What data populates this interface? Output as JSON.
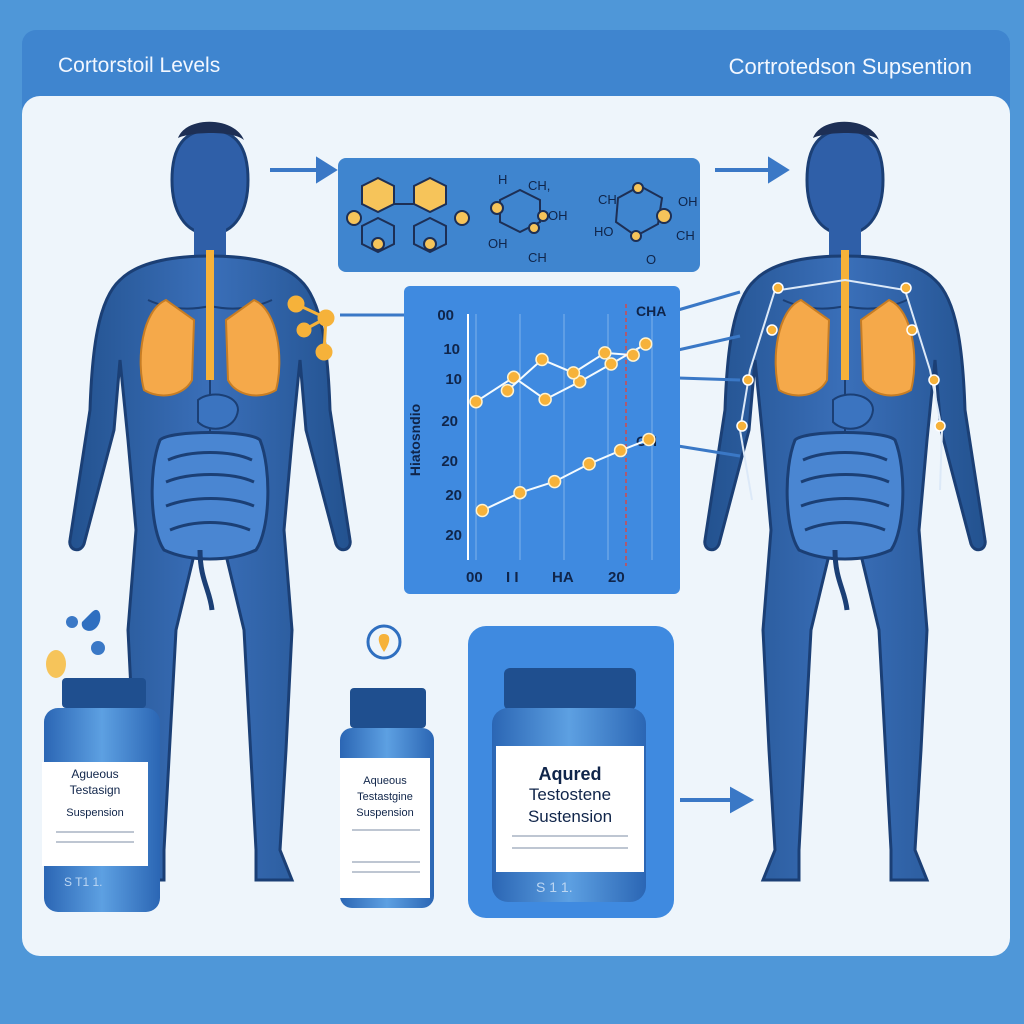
{
  "header": {
    "left_title": "Cortorstoil Levels",
    "right_title": "Cortrotedson Supsention"
  },
  "molecules": {
    "labels": [
      "H",
      "CH,",
      "OH",
      "OH",
      "CH",
      "CH",
      "HO",
      "CH",
      "OH",
      "O"
    ]
  },
  "chart": {
    "ylabel": "Hiatosndio",
    "y_ticks": [
      "00",
      "10",
      "10",
      "20",
      "20",
      "20",
      "20"
    ],
    "x_ticks": [
      "00",
      "I I",
      "HA",
      "20"
    ],
    "annotations": [
      "CHA",
      "OH"
    ]
  },
  "chart_data": {
    "type": "line",
    "ylabel": "Hiatosndio",
    "y_ticks": [
      "00",
      "10",
      "10",
      "20",
      "20",
      "20",
      "20"
    ],
    "x_ticks": [
      "00",
      "I I",
      "HA",
      "20"
    ],
    "series": [
      {
        "values": [
          [
            0,
            6.5
          ],
          [
            1.2,
            7.6
          ],
          [
            2.2,
            6.6
          ],
          [
            3.3,
            7.4
          ],
          [
            4.3,
            8.2
          ],
          [
            5.4,
            9.1
          ]
        ]
      },
      {
        "values": [
          [
            1.0,
            7.0
          ],
          [
            2.1,
            8.4
          ],
          [
            3.1,
            7.8
          ],
          [
            4.1,
            8.7
          ],
          [
            5.0,
            8.6
          ]
        ]
      },
      {
        "values": [
          [
            0.2,
            1.6
          ],
          [
            1.4,
            2.4
          ],
          [
            2.5,
            2.9
          ],
          [
            3.6,
            3.7
          ],
          [
            4.6,
            4.3
          ],
          [
            5.5,
            4.8
          ]
        ]
      }
    ],
    "grid": true,
    "colors": {
      "line": "#f4fbff",
      "marker": "#f6b23a",
      "axis": "#ffffff"
    }
  },
  "bottles": [
    {
      "label_line1": "Agueous",
      "label_line2": "Testasign",
      "label_line3": "Suspension",
      "footer": "S T1 1."
    },
    {
      "label_line1": "Aqueous",
      "label_line2": "Testastgine",
      "label_line3": "Suspension",
      "footer": ""
    },
    {
      "label_line1": "Aqured",
      "label_line2": "Testostene",
      "label_line3": "Sustension",
      "footer": "S 1 1."
    }
  ],
  "colors": {
    "background": "#4f97d8",
    "panel": "#eef5fb",
    "body_fill": "#2f5fa8",
    "organ_orange": "#f5a94a",
    "accent_yellow": "#f6b23a"
  }
}
